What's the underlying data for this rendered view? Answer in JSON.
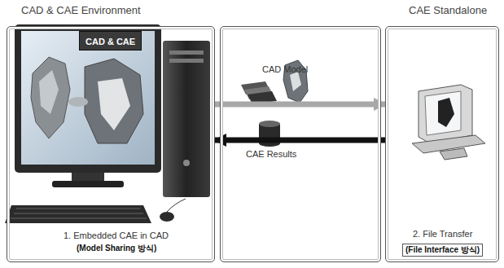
{
  "diagram": {
    "nodes": [
      {
        "text": [
          "CAD & CAE Environment",
          "1. Embedded CAE in CAD",
          "(Model Sharing 방식)"
        ]
      },
      {
        "text": [
          "CAD & CAE"
        ],
        "in": 0
      },
      {
        "text": [
          "CAD Model",
          "CAE Results"
        ]
      },
      {
        "text": [
          "CAE Standalone",
          "2. File Transfer",
          "(File Interface 방식)"
        ]
      }
    ],
    "edges": [
      {
        "from": 0,
        "to": 3,
        "arrow": "to"
      },
      {
        "from": 3,
        "to": 0,
        "arrow": "to"
      }
    ]
  }
}
